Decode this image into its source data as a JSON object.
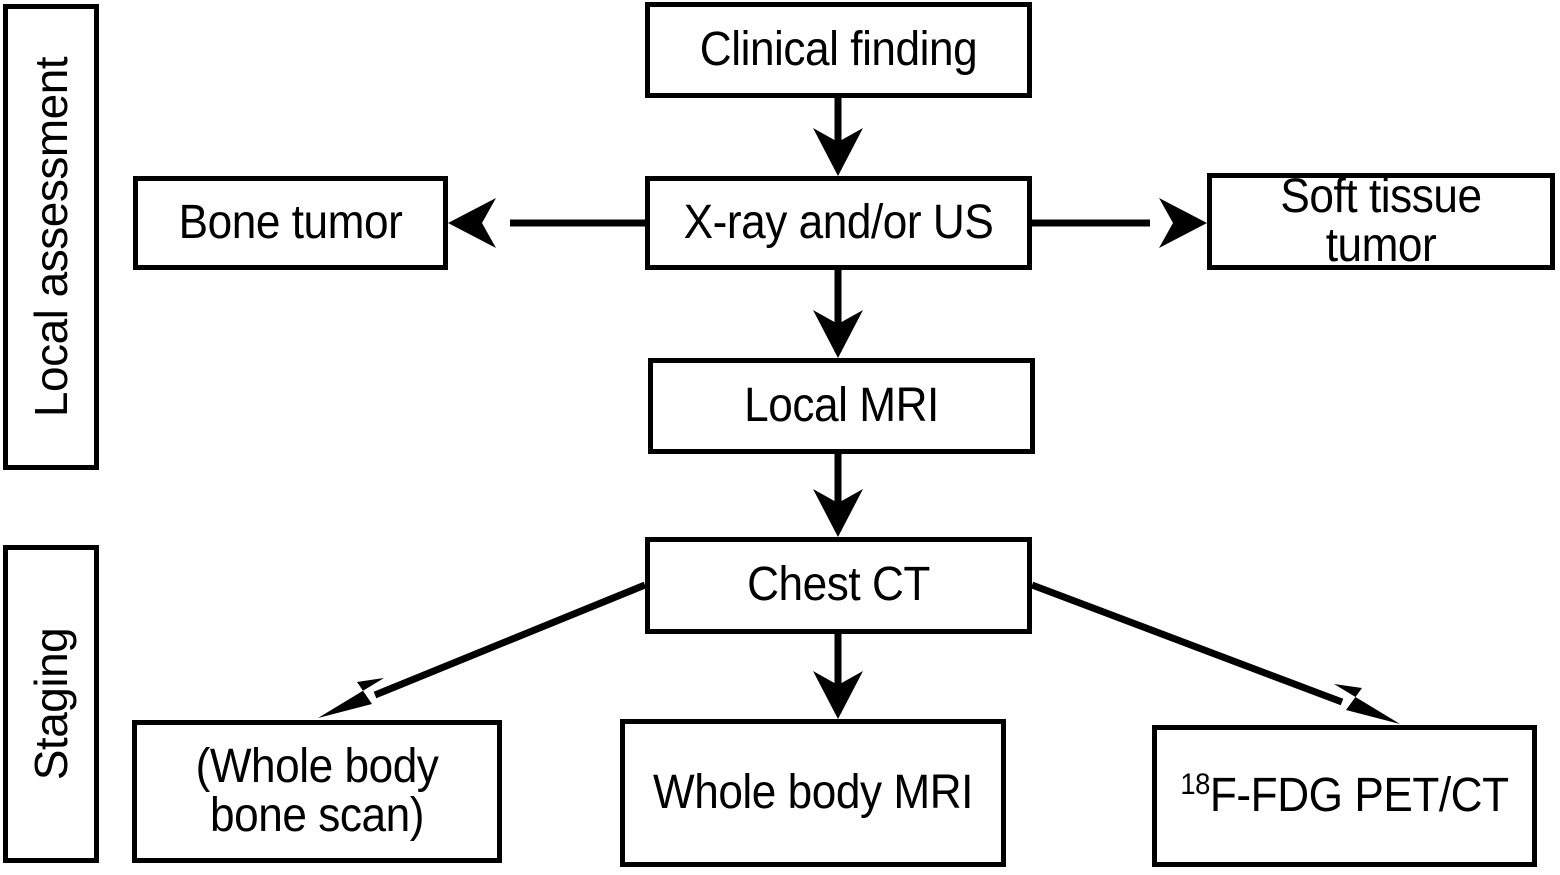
{
  "figure": {
    "type": "flowchart",
    "orientation": "top-to-bottom",
    "bands": [
      {
        "id": "local_assessment",
        "label": "Local assessment"
      },
      {
        "id": "staging",
        "label": "Staging"
      }
    ],
    "nodes": [
      {
        "id": "clinical_finding",
        "label": "Clinical finding"
      },
      {
        "id": "xray_us",
        "label": "X-ray and/or US"
      },
      {
        "id": "bone_tumor",
        "label": "Bone tumor"
      },
      {
        "id": "soft_tissue_tumor",
        "label": "Soft tissue tumor"
      },
      {
        "id": "local_mri",
        "label": "Local MRI"
      },
      {
        "id": "chest_ct",
        "label": "Chest CT"
      },
      {
        "id": "whole_body_bone_scan",
        "label_line1": "(Whole body",
        "label_line2": "bone scan)"
      },
      {
        "id": "whole_body_mri",
        "label": "Whole body MRI"
      },
      {
        "id": "fdg_pet_ct",
        "label_superscript": "18",
        "label_main": "F-FDG PET/CT"
      }
    ],
    "edges": [
      {
        "from": "clinical_finding",
        "to": "xray_us",
        "direction": "down"
      },
      {
        "from": "xray_us",
        "to": "bone_tumor",
        "direction": "left"
      },
      {
        "from": "xray_us",
        "to": "soft_tissue_tumor",
        "direction": "right"
      },
      {
        "from": "xray_us",
        "to": "local_mri",
        "direction": "down"
      },
      {
        "from": "local_mri",
        "to": "chest_ct",
        "direction": "down"
      },
      {
        "from": "chest_ct",
        "to": "whole_body_bone_scan",
        "direction": "down-left"
      },
      {
        "from": "chest_ct",
        "to": "whole_body_mri",
        "direction": "down"
      },
      {
        "from": "chest_ct",
        "to": "fdg_pet_ct",
        "direction": "down-right"
      }
    ],
    "colors": {
      "stroke": "#000000",
      "fill": "#ffffff",
      "text": "#000000"
    }
  }
}
